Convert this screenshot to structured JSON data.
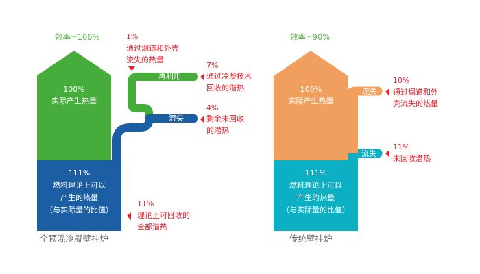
{
  "left": {
    "efficiency": "效率=106%",
    "actual_pct": "100%",
    "actual_label": "实际产生热量",
    "theory_pct": "111%",
    "theory_lines": [
      "燃料理论上可以",
      "产生的热量",
      "（与实际量的比值）"
    ],
    "reuse_label": "再利用",
    "loss_label": "流失",
    "note_flue": {
      "pct": "1%",
      "lines": [
        "通过烟道和外壳",
        "流失的热量"
      ]
    },
    "note_reuse": {
      "pct": "7%",
      "lines": [
        "通过冷凝技术",
        "回收的潜热"
      ]
    },
    "note_loss": {
      "pct": "4%",
      "lines": [
        "剩余未回收",
        "的潜热"
      ]
    },
    "note_total": {
      "pct": "11%",
      "lines": [
        "理论上可回收的",
        "全部潜热"
      ]
    },
    "caption": "全预混冷凝壁挂炉"
  },
  "right": {
    "efficiency": "效率=90%",
    "actual_pct": "100%",
    "actual_label": "实际产生热量",
    "theory_pct": "111%",
    "theory_lines": [
      "燃料理论上可以",
      "产生的热量",
      "（与实际量的比值）"
    ],
    "loss1_label": "流失",
    "loss2_label": "流失",
    "note_flue": {
      "pct": "10%",
      "lines": [
        "通过烟道和外",
        "壳流失的热量"
      ]
    },
    "note_latent": {
      "pct": "11%",
      "lines": [
        "未回收潜热"
      ]
    },
    "caption": "传统壁挂炉"
  },
  "colors": {
    "green": "#46ad3d",
    "blue": "#1b5ea4",
    "orange": "#f19f5e",
    "cyan": "#0bb0c4",
    "red": "#e8202a"
  }
}
